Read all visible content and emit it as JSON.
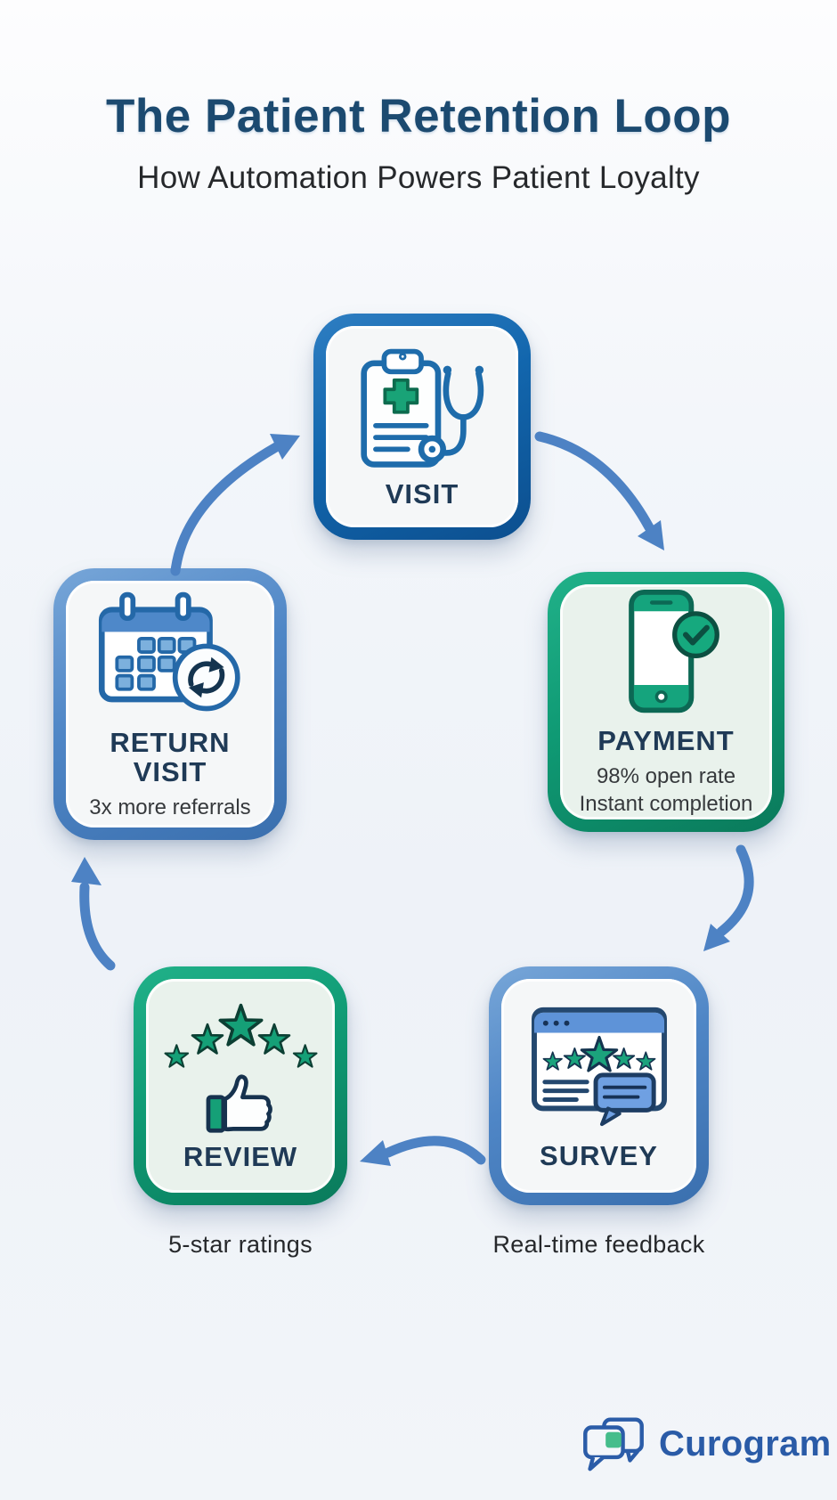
{
  "title": "The Patient Retention Loop",
  "subtitle": "How Automation Powers Patient Loyalty",
  "loop": {
    "nodes": {
      "visit": {
        "label": "VISIT",
        "icon": "clipboard-stethoscope-icon",
        "border_color": "#1266ad"
      },
      "payment": {
        "label": "PAYMENT",
        "icon": "phone-check-icon",
        "border_color": "#0f9a74",
        "stat1": "98% open rate",
        "stat2": "Instant completion"
      },
      "survey": {
        "label": "SURVEY",
        "icon": "survey-form-icon",
        "border_color": "#4f86c6",
        "caption": "Real-time feedback"
      },
      "review": {
        "label": "REVIEW",
        "icon": "stars-thumbsup-icon",
        "border_color": "#0f9a74",
        "caption": "5-star ratings"
      },
      "return_visit": {
        "label": "RETURN VISIT",
        "icon": "calendar-refresh-icon",
        "border_color": "#4f86c6",
        "stat1": "3x more referrals"
      }
    },
    "flow": [
      "visit",
      "payment",
      "survey",
      "review",
      "return_visit",
      "visit"
    ],
    "arrow_color": "#4d82c4"
  },
  "footer": {
    "brand": "Curogram",
    "logo": "chat-bubbles-icon",
    "brand_color": "#2a5ba7"
  },
  "colors": {
    "background": "#f1f4f9",
    "title": "#1c4a70",
    "subtitle": "#26282b",
    "node_label": "#1f3a56",
    "green_accent": "#0f9a74",
    "dark_blue_accent": "#1266ad",
    "light_blue_accent": "#4f86c6"
  }
}
